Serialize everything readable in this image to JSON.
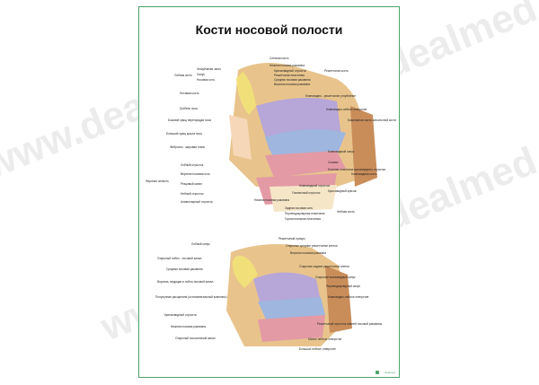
{
  "poster": {
    "title": "Кости носовой полости",
    "watermark": "www.dealmed.ru",
    "brand": "dealmed"
  },
  "colors": {
    "frame": "#4aa36a",
    "bone_tan": "#e8c48c",
    "bone_pink": "#e39aa5",
    "bone_blue": "#9fb6df",
    "bone_violet": "#b7a6d8",
    "bone_yellow": "#f1e07a",
    "bone_brown": "#c98d5a",
    "watermark": "#d9d9d9"
  },
  "figure1_labels_left": [
    "Лобная кость",
    "Чешуйчатая часть",
    "Синус",
    "Носовая ость",
    "Носовая кость",
    "Гребень носа",
    "Боковой хрящ перегородки носа",
    "Большой хрящ крыла носа",
    "Фиброзно - жировая ткань",
    "Лобный отросток",
    "Верхняя челюсть",
    "Верхняя носовая ость",
    "Резцовый канал",
    "Небный отросток",
    "Альвеолярный отросток"
  ],
  "figure1_labels_top": [
    "Слезная кость",
    "Нижняя носовая раковина",
    "Крючковидный отросток",
    "Решетчатая пластинка",
    "Средняя носовая раковина",
    "Верхняя носовая раковина",
    "Решетчатая кость",
    "Клиновидно - решетчатое углубление"
  ],
  "figure1_labels_right": [
    "Клиновидно-небное отверстие",
    "Базилярная часть затылочной кости",
    "Клиновидный синус",
    "Сошник",
    "Боковая пластинка крыловидного отростка",
    "Крыловидный крючок",
    "Клиновидная кость",
    "Небная кость"
  ],
  "figure1_labels_bottom": [
    "Нижняя носовая раковина",
    "Клиновидный отросток",
    "Глазничный отросток",
    "Задняя носовая ость",
    "Перпендикулярная пластинка",
    "Горизонтальная пластинка"
  ],
  "figure2_labels_left": [
    "Лобный синус",
    "Открытый лобно - носовой канал",
    "Средняя носовая раковина",
    "Воронка, ведущая в лобно-носовой канал",
    "Полулунная расщелина (остиомеатальный комплекс)",
    "Крючковидный отросток",
    "Нижняя носовая раковина",
    "Открытый носослезный канал"
  ],
  "figure2_labels_right": [
    "Решетчатый пузырь",
    "Открытые средние решетчатые клетки",
    "Верхняя носовая раковина",
    "Открытые задние решетчатые клетки",
    "Открытый клиновидный синус",
    "Перпендикулярный синус",
    "Клиновидно-небное отверстие",
    "Решетчатый отросток нижней носовой раковины",
    "Малое небное отверстие",
    "Большое небное отверстие"
  ]
}
